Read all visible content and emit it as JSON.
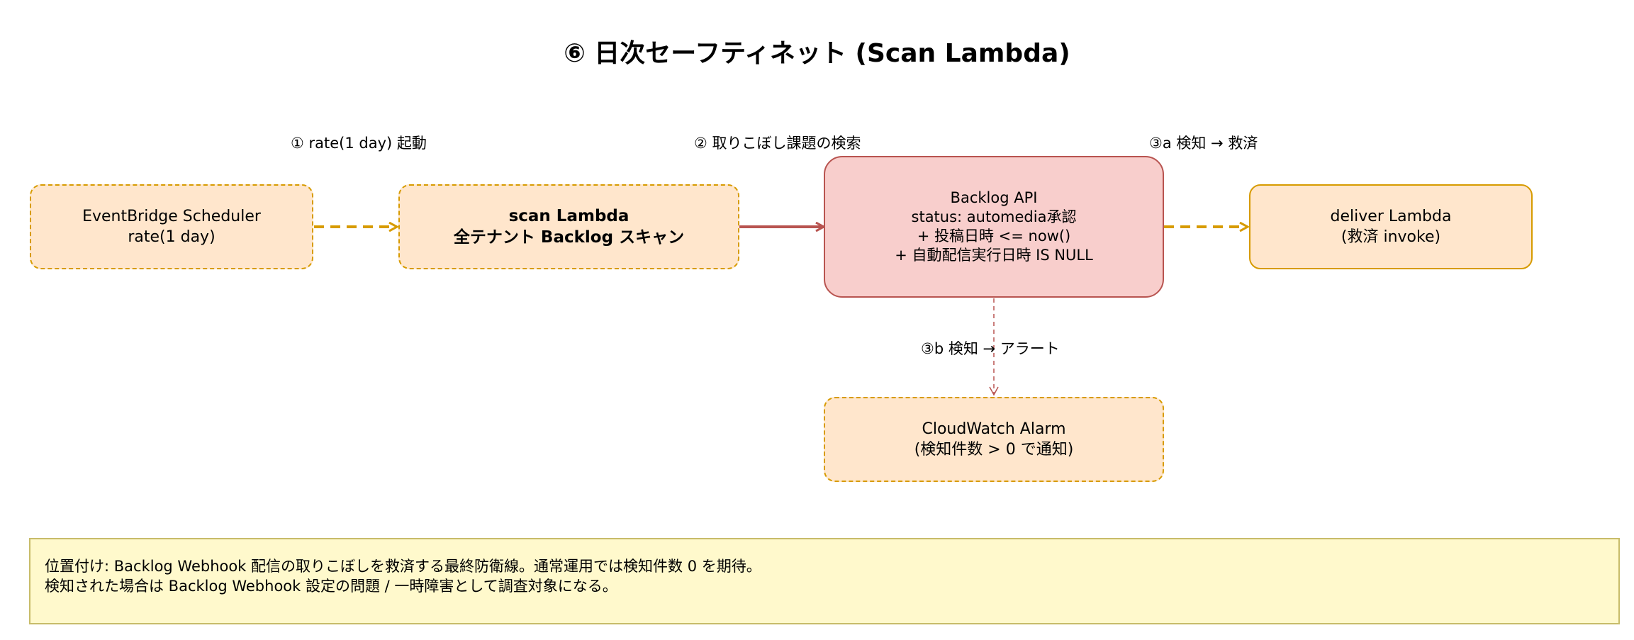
{
  "diagram": {
    "title": "⑥ 日次セーフティネット (Scan Lambda)",
    "nodes": {
      "scheduler": {
        "line1": "EventBridge Scheduler",
        "line2": "rate(1 day)"
      },
      "scan": {
        "line1": "scan Lambda",
        "line2": "全テナント Backlog スキャン"
      },
      "api": {
        "line1": "Backlog API",
        "line2": "status: automedia承認",
        "line3": "+ 投稿日時 <= now()",
        "line4": "+ 自動配信実行日時 IS NULL"
      },
      "deliver": {
        "line1": "deliver Lambda",
        "line2": "(救済 invoke)"
      },
      "alarm": {
        "line1": "CloudWatch Alarm",
        "line2": "(検知件数 > 0 で通知)"
      }
    },
    "edges": {
      "e1": {
        "label": "① rate(1 day) 起動",
        "style": "dashed",
        "color": "#d79b00"
      },
      "e2": {
        "label": "② 取りこぼし課題の検索",
        "style": "solid",
        "color": "#b85450"
      },
      "e3a": {
        "label": "③a 検知 → 救済",
        "style": "dashed",
        "color": "#d79b00"
      },
      "e3b": {
        "label": "③b 検知 → アラート",
        "style": "dashed",
        "color": "#b85450"
      }
    },
    "note": {
      "line1": "位置付け: Backlog Webhook 配信の取りこぼしを救済する最終防衛線。通常運用では検知件数 0 を期待。",
      "line2": "検知された場合は Backlog Webhook 設定の問題 / 一時障害として調査対象になる。"
    },
    "colors": {
      "orange_stroke": "#d79b00",
      "orange_fill": "#ffe6cc",
      "red_stroke": "#b85450",
      "red_fill": "#f8cecc",
      "note_fill": "#fff9cc"
    }
  }
}
